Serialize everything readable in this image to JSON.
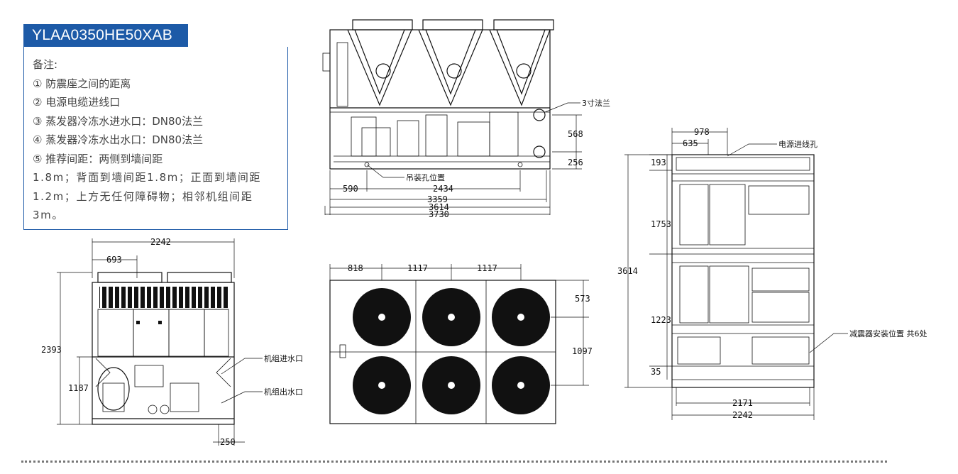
{
  "model": "YLAA0350HE50XAB",
  "notes": {
    "heading": "备注:",
    "items": [
      "① 防震座之间的距离",
      "② 电源电缆进线口",
      "③ 蒸发器冷冻水进水口：DN80法兰",
      "④ 蒸发器冷冻水出水口：DN80法兰",
      "⑤ 推荐间距：两侧到墙间距"
    ],
    "paragraph": "1.8m；背面到墙间距1.8m；正面到墙间距1.2m；上方无任何障碍物；相邻机组间距3m。"
  },
  "front_view": {
    "labels": {
      "flange": "3寸法兰",
      "lifting": "吊装孔位置"
    },
    "dims": {
      "d568": "568",
      "d256": "256",
      "d590": "590",
      "d2434": "2434",
      "d3359": "3359",
      "d3614": "3614",
      "d3730": "3730"
    }
  },
  "side_view": {
    "labels": {
      "water_in": "机组进水口",
      "water_out": "机组出水口"
    },
    "dims": {
      "d2242": "2242",
      "d693": "693",
      "d2393": "2393",
      "d1187": "1187",
      "d250": "250"
    }
  },
  "top_view": {
    "dims": {
      "d818": "818",
      "d1117a": "1117",
      "d1117b": "1117",
      "d573": "573",
      "d1097": "1097"
    }
  },
  "plan_view": {
    "labels": {
      "power_hole": "电源进线孔",
      "mounts": "减震器安装位置 共6处"
    },
    "dims": {
      "d978": "978",
      "d635": "635",
      "d193": "193",
      "d1753": "1753",
      "d3614": "3614",
      "d1223": "1223",
      "d35": "35",
      "d2171": "2171",
      "d2242": "2242"
    }
  },
  "colors": {
    "accent": "#1d5aa7",
    "line": "#111111"
  }
}
